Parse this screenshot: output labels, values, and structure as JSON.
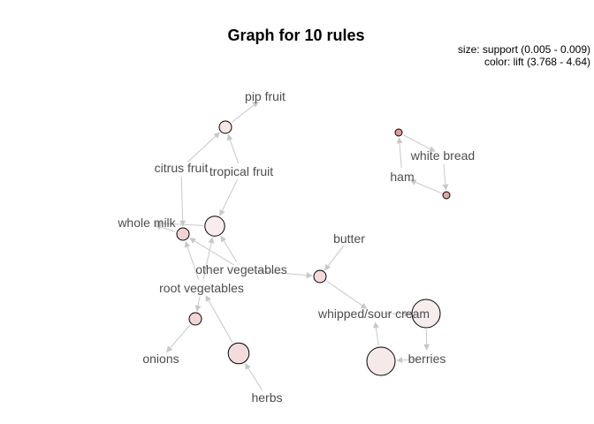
{
  "title": "Graph for 10 rules",
  "legend": {
    "size_line": "size: support (0.005 - 0.009)",
    "color_line": "color: lift (3.768 - 4.64)"
  },
  "items": [
    {
      "id": "pip_fruit",
      "label": "pip fruit"
    },
    {
      "id": "citrus_fruit",
      "label": "citrus fruit"
    },
    {
      "id": "tropical_fruit",
      "label": "tropical fruit"
    },
    {
      "id": "whole_milk",
      "label": "whole milk"
    },
    {
      "id": "other_vegetables",
      "label": "other vegetables"
    },
    {
      "id": "root_vegetables",
      "label": "root vegetables"
    },
    {
      "id": "onions",
      "label": "onions"
    },
    {
      "id": "herbs",
      "label": "herbs"
    },
    {
      "id": "butter",
      "label": "butter"
    },
    {
      "id": "whipped_sour_cream",
      "label": "whipped/sour cream"
    },
    {
      "id": "berries",
      "label": "berries"
    },
    {
      "id": "white_bread",
      "label": "white bread"
    },
    {
      "id": "ham",
      "label": "ham"
    }
  ],
  "rules": [
    {
      "id": "r1",
      "lhs": [
        "citrus_fruit",
        "tropical_fruit"
      ],
      "rhs": "pip_fruit",
      "support_level": 0.25,
      "fill": "#f7e7e7"
    },
    {
      "id": "r2",
      "lhs": [
        "root_vegetables",
        "tropical_fruit",
        "other_vegetables"
      ],
      "rhs": "whole_milk",
      "support_level": 0.6,
      "fill": "#f8ecec"
    },
    {
      "id": "r3",
      "lhs": [
        "citrus_fruit",
        "other_vegetables",
        "root_vegetables"
      ],
      "rhs": "whole_milk",
      "support_level": 0.25,
      "fill": "#f3d3d3"
    },
    {
      "id": "r4",
      "lhs": [
        "root_vegetables"
      ],
      "rhs": "onions",
      "support_level": 0.25,
      "fill": "#f3d6d6"
    },
    {
      "id": "r5",
      "lhs": [
        "herbs"
      ],
      "rhs": "root_vegetables",
      "support_level": 0.65,
      "fill": "#f4dcdc"
    },
    {
      "id": "r6",
      "lhs": [
        "butter",
        "other_vegetables"
      ],
      "rhs": "whipped_sour_cream",
      "support_level": 0.25,
      "fill": "#f4d9d9"
    },
    {
      "id": "r7",
      "lhs": [
        "whipped_sour_cream"
      ],
      "rhs": "berries",
      "support_level": 1.0,
      "fill": "#f8eded"
    },
    {
      "id": "r8",
      "lhs": [
        "berries"
      ],
      "rhs": "whipped_sour_cream",
      "support_level": 1.0,
      "fill": "#f6e9e9"
    },
    {
      "id": "r9",
      "lhs": [
        "white_bread"
      ],
      "rhs": "ham",
      "support_level": 0.0,
      "fill": "#e7a4a4"
    },
    {
      "id": "r10",
      "lhs": [
        "ham"
      ],
      "rhs": "white_bread",
      "support_level": 0.0,
      "fill": "#e4999a"
    }
  ]
}
